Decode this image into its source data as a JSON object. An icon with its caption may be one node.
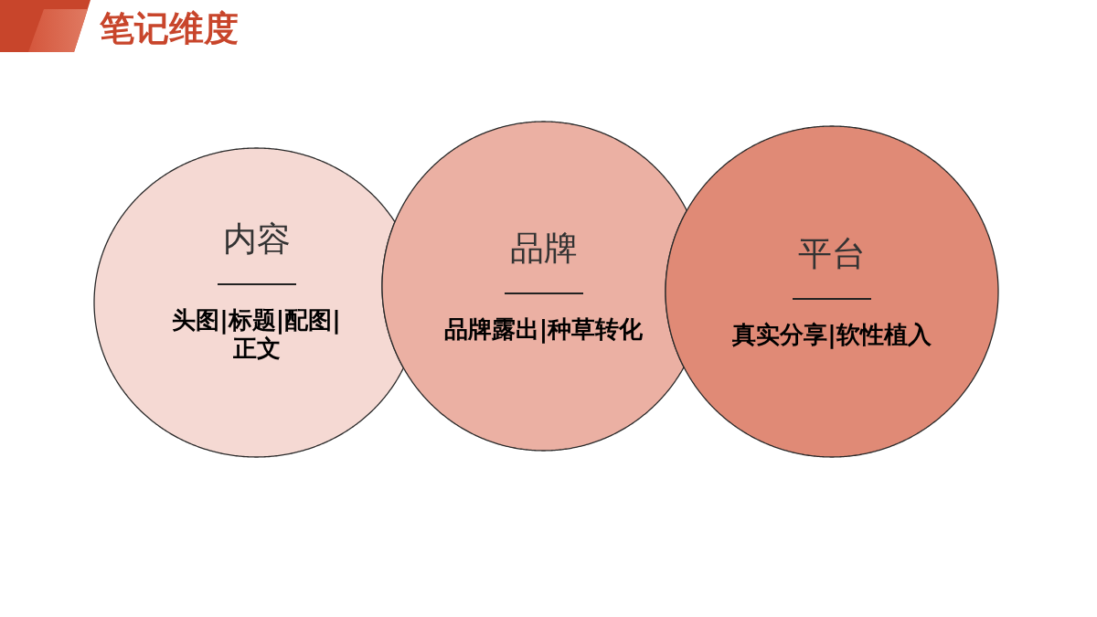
{
  "diagram": {
    "title": "笔记维度",
    "nodes": [
      {
        "text": [
          "内容",
          "头图|标题|配图|正文"
        ]
      },
      {
        "text": [
          "品牌",
          "品牌露出|种草转化"
        ]
      },
      {
        "text": [
          "平台",
          "真实分享|软性植入"
        ]
      }
    ]
  }
}
